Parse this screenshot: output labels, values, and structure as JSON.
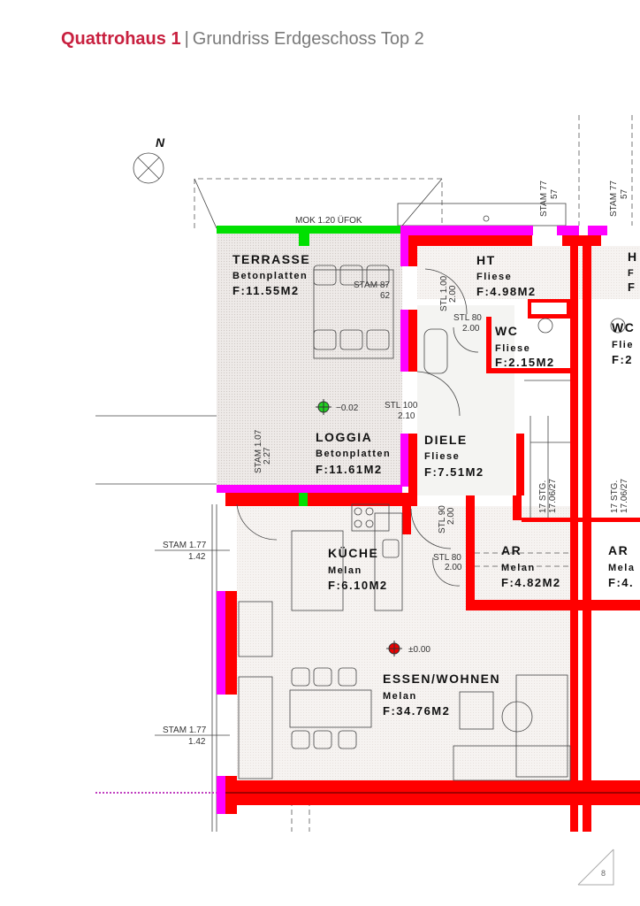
{
  "header": {
    "brand": "Quattrohaus 1",
    "separator": "|",
    "subtitle": "Grundriss Erdgeschoss Top 2"
  },
  "north": {
    "label": "N"
  },
  "rooms": [
    {
      "name": "TERRASSE",
      "material": "Betonplatten",
      "area": "F:11.55M2"
    },
    {
      "name": "HT",
      "material": "Fliese",
      "area": "F:4.98M2"
    },
    {
      "name": "WC",
      "material": "Fliese",
      "area": "F:2.15M2"
    },
    {
      "name": "LOGGIA",
      "material": "Betonplatten",
      "area": "F:11.61M2"
    },
    {
      "name": "DIELE",
      "material": "Fliese",
      "area": "F:7.51M2"
    },
    {
      "name": "KÜCHE",
      "material": "Melan",
      "area": "F:6.10M2"
    },
    {
      "name": "AR",
      "material": "Melan",
      "area": "F:4.82M2"
    },
    {
      "name": "ESSEN/WOHNEN",
      "material": "Melan",
      "area": "F:34.76M2"
    }
  ],
  "neighbor_rooms": [
    {
      "name": "H",
      "material": "F",
      "area": "F"
    },
    {
      "name": "WC",
      "material": "Flie",
      "area": "F:2"
    },
    {
      "name": "AR",
      "material": "Mela",
      "area": "F:4."
    }
  ],
  "dimensions": {
    "mok": "MOK 1.20 ÜFOK",
    "stam77a": [
      "STAM 77",
      "57"
    ],
    "stam77b": [
      "STAM 77",
      "57"
    ],
    "stam87": [
      "STAM 87",
      "62"
    ],
    "stl100_ht": [
      "STL 1.00",
      "2.00"
    ],
    "stl80_wc": [
      "STL 80",
      "2.00"
    ],
    "stl100_entry": [
      "STL 100",
      "2.10"
    ],
    "stam107": [
      "STAM 1.07",
      "2.27"
    ],
    "stairs_a": [
      "17 STG.",
      "17.06/27"
    ],
    "stairs_b": [
      "17 STG.",
      "17.06/27"
    ],
    "stl90": [
      "STL 90",
      "2.00"
    ],
    "stl80_ar": [
      "STL 80",
      "2.00"
    ],
    "stam177a": [
      "STAM 1.77",
      "1.42"
    ],
    "stam177b": [
      "STAM 1.77",
      "1.42"
    ]
  },
  "levels": {
    "loggia": "−0.02",
    "main": "±0.00"
  },
  "colors": {
    "brand": "#c8203f",
    "wall_new": "#ff0000",
    "wall_magenta": "#ff00ff",
    "wall_green": "#00e000"
  },
  "page_number": "8"
}
